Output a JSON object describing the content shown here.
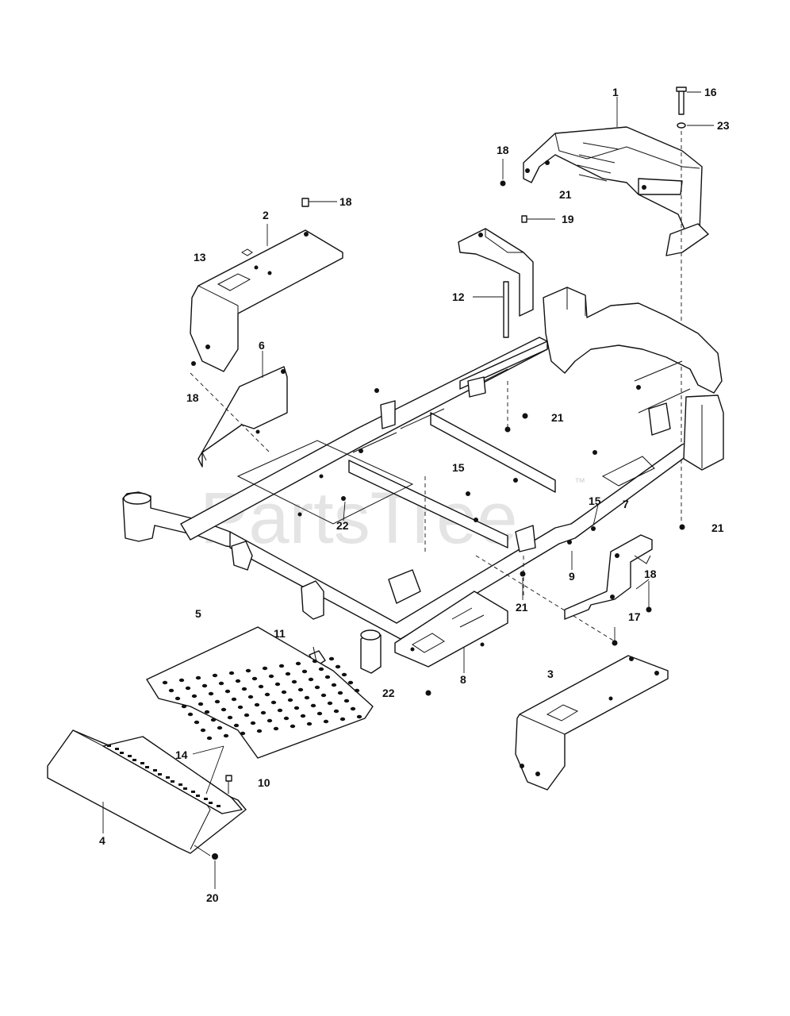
{
  "watermark": {
    "text": "PartsTree",
    "tm": "™"
  },
  "callouts": [
    {
      "id": "c1",
      "text": "1"
    },
    {
      "id": "c16",
      "text": "16"
    },
    {
      "id": "c23",
      "text": "23"
    },
    {
      "id": "c18a",
      "text": "18"
    },
    {
      "id": "c21a",
      "text": "21"
    },
    {
      "id": "c18b",
      "text": "18"
    },
    {
      "id": "c2",
      "text": "2"
    },
    {
      "id": "c13",
      "text": "13"
    },
    {
      "id": "c19",
      "text": "19"
    },
    {
      "id": "c12",
      "text": "12"
    },
    {
      "id": "c6",
      "text": "6"
    },
    {
      "id": "c18c",
      "text": "18"
    },
    {
      "id": "c21b",
      "text": "21"
    },
    {
      "id": "c15a",
      "text": "15"
    },
    {
      "id": "c22a",
      "text": "22"
    },
    {
      "id": "c15b",
      "text": "15"
    },
    {
      "id": "c7",
      "text": "7"
    },
    {
      "id": "c21c",
      "text": "21"
    },
    {
      "id": "c9",
      "text": "9"
    },
    {
      "id": "c18d",
      "text": "18"
    },
    {
      "id": "c21d",
      "text": "21"
    },
    {
      "id": "c17",
      "text": "17"
    },
    {
      "id": "c5",
      "text": "5"
    },
    {
      "id": "c11",
      "text": "11"
    },
    {
      "id": "c8",
      "text": "8"
    },
    {
      "id": "c3",
      "text": "3"
    },
    {
      "id": "c22b",
      "text": "22"
    },
    {
      "id": "c14",
      "text": "14"
    },
    {
      "id": "c10",
      "text": "10"
    },
    {
      "id": "c4",
      "text": "4"
    },
    {
      "id": "c20",
      "text": "20"
    }
  ]
}
